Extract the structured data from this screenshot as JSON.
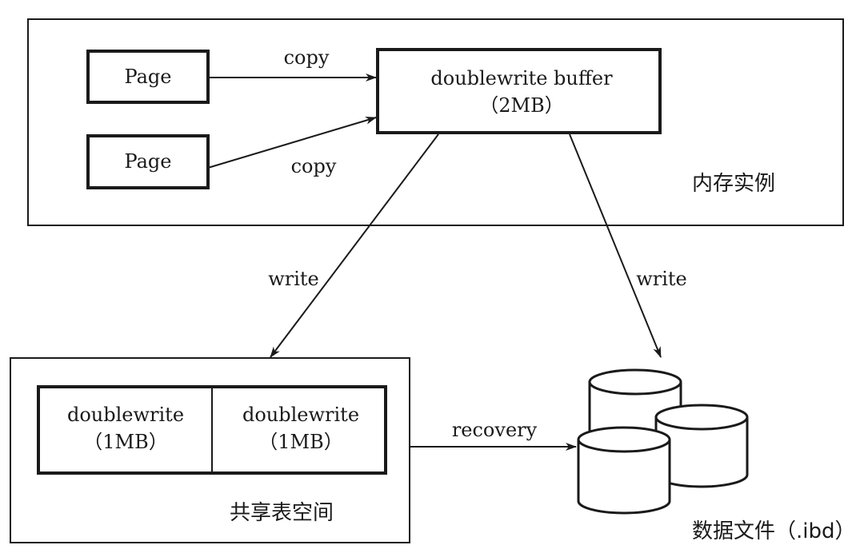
{
  "memory_instance": {
    "label": "内存实例",
    "page_1": "Page",
    "page_2": "Page",
    "copy_label_1": "copy",
    "copy_label_2": "copy",
    "buffer_title": "doublewrite buffer",
    "buffer_size": "（2MB）"
  },
  "writes": {
    "write_left": "write",
    "write_right": "write"
  },
  "shared_tablespace": {
    "label": "共享表空间",
    "segment_1_title": "doublewrite",
    "segment_1_size": "（1MB）",
    "segment_2_title": "doublewrite",
    "segment_2_size": "（1MB）"
  },
  "recovery_label": "recovery",
  "data_files": {
    "label": "数据文件（.ibd）",
    "icon": "database-cylinders-icon"
  },
  "colors": {
    "stroke": "#1a1a1a",
    "background": "#ffffff"
  }
}
